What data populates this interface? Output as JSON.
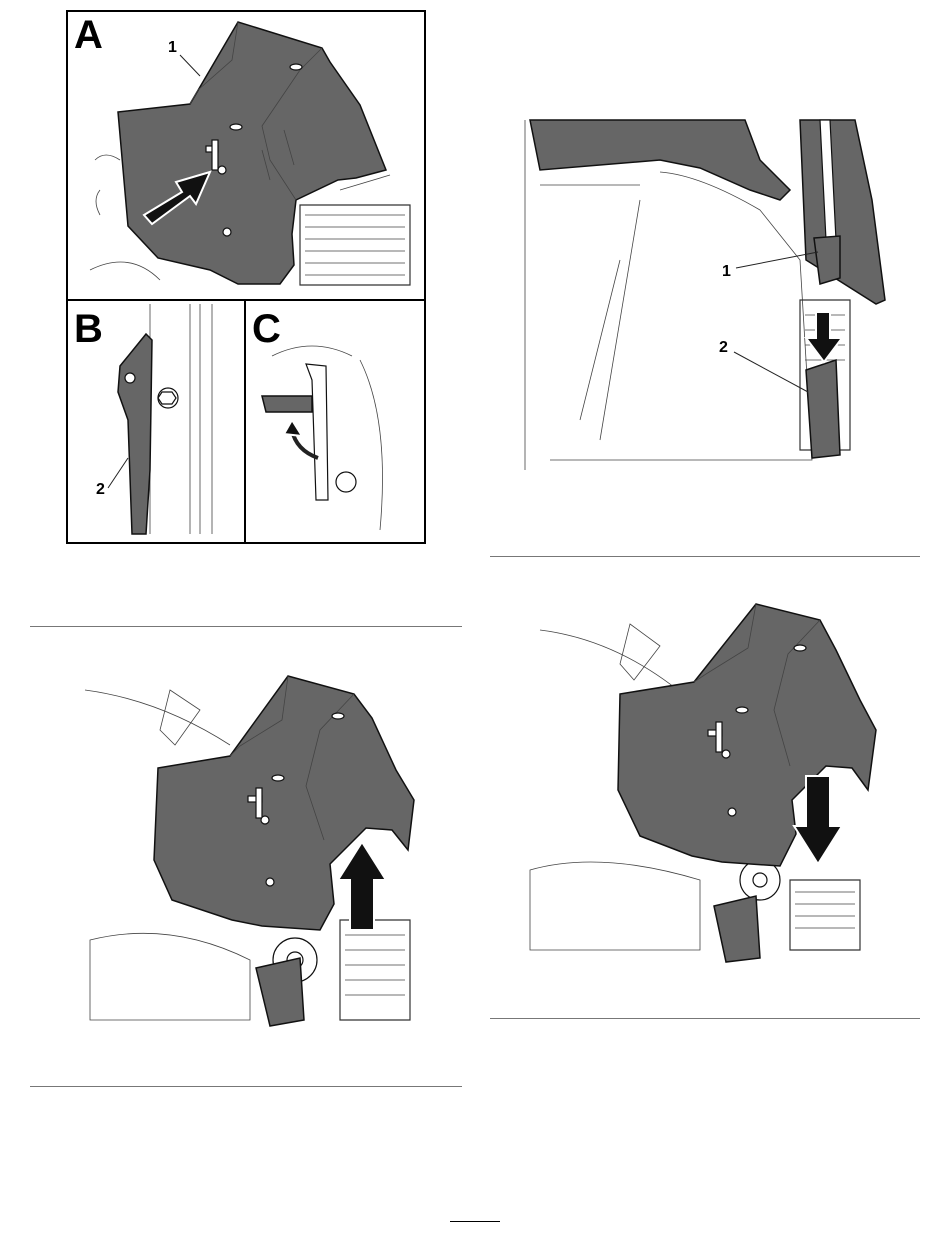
{
  "figure1": {
    "panels": {
      "a": {
        "letter": "A",
        "callout": "1"
      },
      "b": {
        "letter": "B",
        "callout": "2"
      },
      "c": {
        "letter": "C"
      }
    }
  },
  "figure2": {
    "callouts": [
      "1",
      "2"
    ]
  },
  "colors": {
    "cover": "#666666",
    "outline": "#111111",
    "rule": "#777777"
  }
}
